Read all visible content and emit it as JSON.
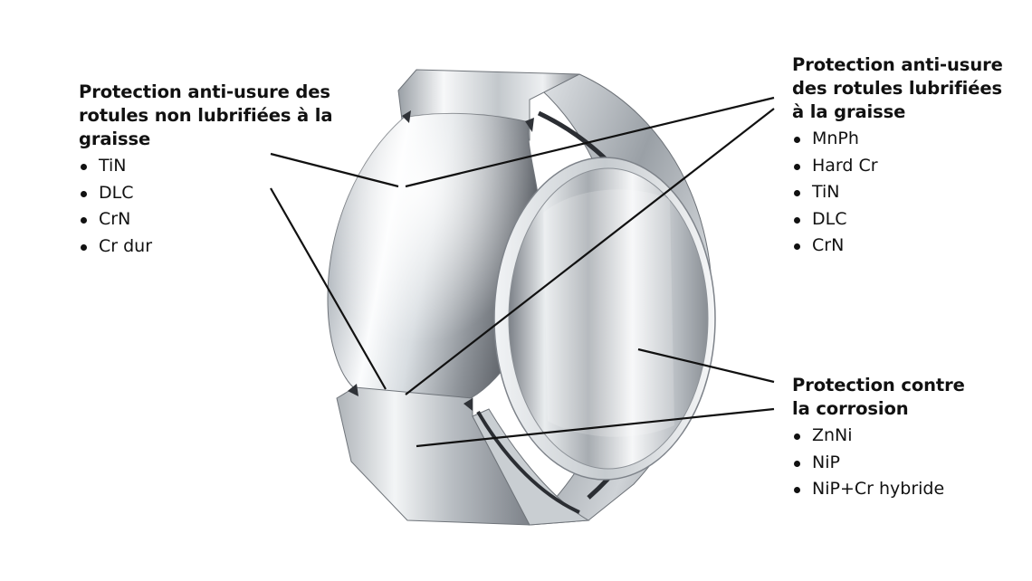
{
  "labels": {
    "left": {
      "title_lines": [
        "Protection anti-usure des",
        "rotules non lubrifiées à la",
        "graisse"
      ],
      "items": [
        "TiN",
        "DLC",
        "CrN",
        "Cr dur"
      ]
    },
    "right_top": {
      "title_lines": [
        "Protection anti-usure",
        "des rotules lubrifiées",
        "à la graisse"
      ],
      "items": [
        "MnPh",
        "Hard Cr",
        "TiN",
        "DLC",
        "CrN"
      ]
    },
    "right_bottom": {
      "title_lines": [
        "Protection contre",
        "la corrosion"
      ],
      "items": [
        "ZnNi",
        "NiP",
        "NiP+Cr hybride"
      ]
    }
  },
  "colors": {
    "text": "#111111",
    "leader_line": "#111111",
    "metal_light": "#f4f6f8",
    "metal_dark": "#5c6066"
  },
  "illustration": "spherical plain bearing cutaway (inner ring and outer ring)"
}
